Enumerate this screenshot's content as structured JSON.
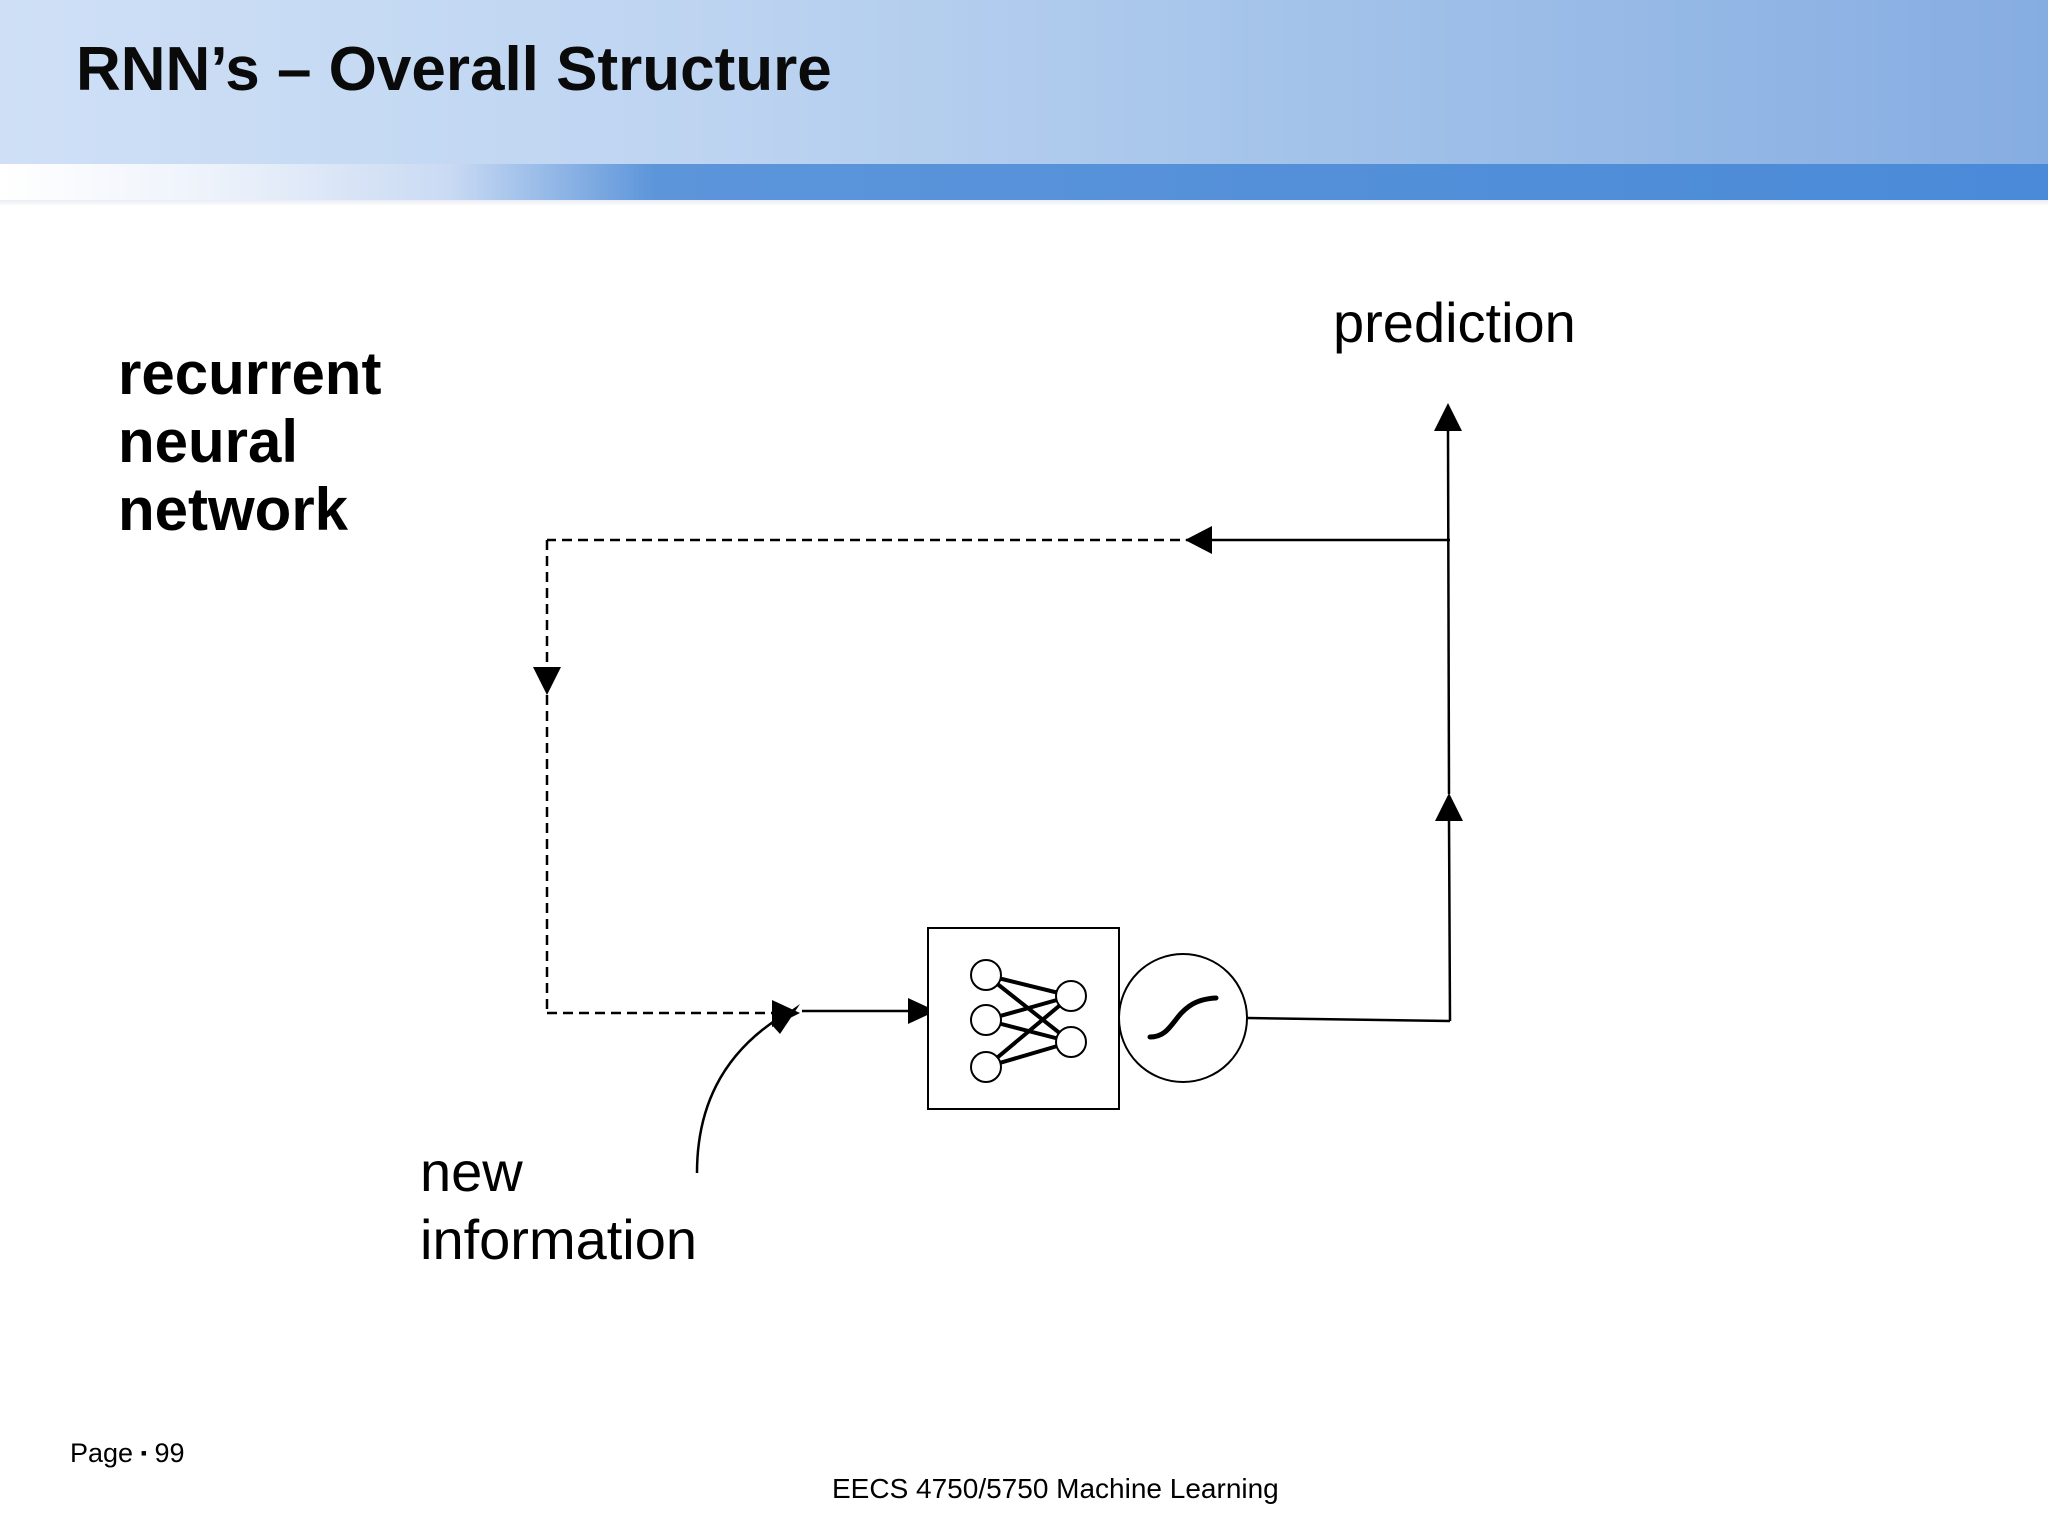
{
  "slide": {
    "title": "RNN’s – Overall Structure",
    "side_label": [
      "recurrent",
      "neural",
      "network"
    ],
    "labels": {
      "prediction": "prediction",
      "new_information": [
        "new",
        "information"
      ]
    },
    "footer": {
      "page_prefix": "Page",
      "page_number": "99",
      "course": "EECS 4750/5750 Machine Learning"
    }
  },
  "diagram": {
    "nodes": [
      {
        "id": "network",
        "kind": "neural-network-box",
        "icon": "neural-network-icon",
        "input_neurons": 3,
        "output_neurons": 2
      },
      {
        "id": "activation",
        "kind": "circle",
        "icon": "sigmoid-icon"
      }
    ],
    "edges": [
      {
        "from": "new-information",
        "to": "network-input",
        "style": "solid"
      },
      {
        "from": "network",
        "to": "activation",
        "style": "solid"
      },
      {
        "from": "activation",
        "to": "prediction",
        "style": "solid"
      },
      {
        "from": "prediction-path",
        "to": "network-input",
        "style": "dashed",
        "meaning": "recurrent feedback"
      }
    ]
  }
}
